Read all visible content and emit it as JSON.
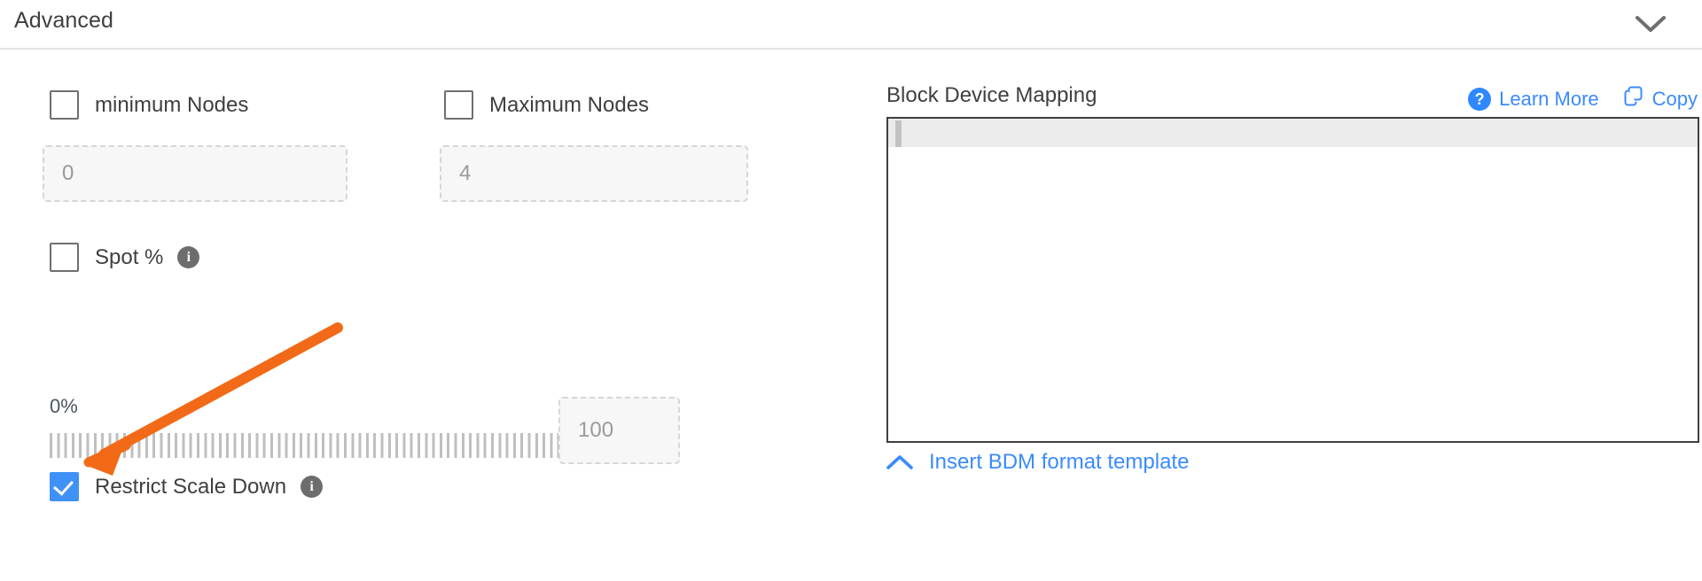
{
  "section": {
    "title": "Advanced",
    "collapse_icon": "chevron-down-icon"
  },
  "left": {
    "min_nodes": {
      "label": "minimum Nodes",
      "checked": false,
      "input_placeholder": "0"
    },
    "max_nodes": {
      "label": "Maximum Nodes",
      "checked": false,
      "input_placeholder": "4"
    },
    "spot": {
      "label": "Spot %",
      "checked": false,
      "info_icon": "info-icon",
      "info_glyph": "i"
    },
    "slider": {
      "min_label": "0%",
      "max_label": "100%",
      "value": 100,
      "value_input_placeholder": "100"
    },
    "restrict_scale_down": {
      "label": "Restrict Scale Down",
      "checked": true,
      "info_icon": "info-icon",
      "info_glyph": "i"
    }
  },
  "right": {
    "title": "Block Device Mapping",
    "learn_more": {
      "label": "Learn More",
      "icon": "help-circle-icon",
      "glyph": "?"
    },
    "copy": {
      "label": "Copy",
      "icon": "copy-icon"
    },
    "editor": {
      "value": "",
      "active_line": 1
    },
    "insert_template": {
      "label": "Insert BDM format template",
      "icon": "chevron-up-icon"
    }
  },
  "colors": {
    "accent_blue": "#3a8bfd",
    "checkbox_checked": "#3f91f7",
    "annotation_orange": "#f26a17",
    "text_dark": "#3f3f3f",
    "muted_gray": "#9a9a9a",
    "tick_gray": "#bfbfbf"
  },
  "annotation": {
    "type": "arrow",
    "color": "#f26a17",
    "points_to": "restrict-scale-down-checkbox"
  }
}
